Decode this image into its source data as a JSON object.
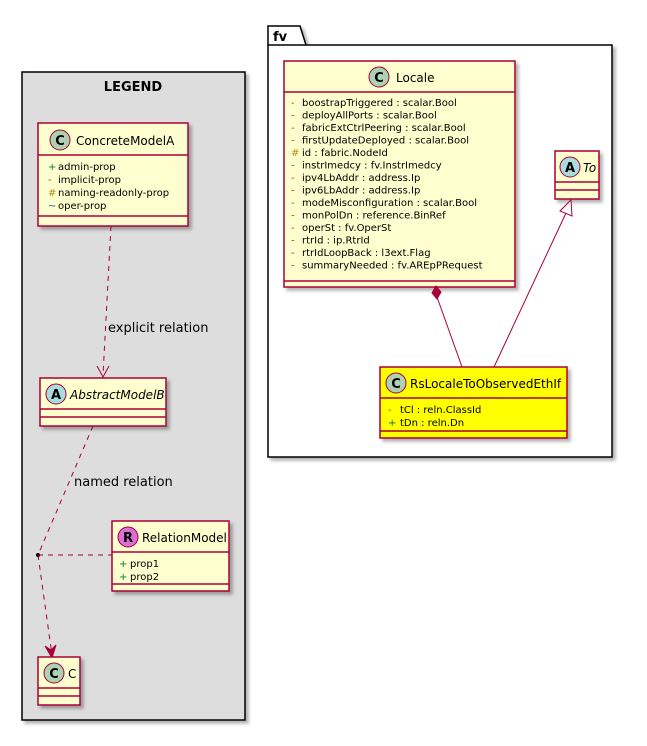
{
  "legend": {
    "title": "LEGEND",
    "concrete": {
      "stereotype": "C",
      "name": "ConcreteModelA",
      "props": [
        {
          "vis": "+",
          "text": "admin-prop"
        },
        {
          "vis": "-",
          "text": "implicit-prop"
        },
        {
          "vis": "#",
          "text": "naming-readonly-prop"
        },
        {
          "vis": "~",
          "text": "oper-prop"
        }
      ]
    },
    "abstract": {
      "stereotype": "A",
      "name": "AbstractModelB"
    },
    "relation_model": {
      "stereotype": "R",
      "name": "RelationModel",
      "props": [
        {
          "vis": "+",
          "text": "prop1"
        },
        {
          "vis": "+",
          "text": "prop2"
        }
      ]
    },
    "c_class": {
      "stereotype": "C",
      "name": "C"
    },
    "explicit_relation_label": "explicit relation",
    "named_relation_label": "named relation"
  },
  "package": {
    "name": "fv",
    "locale": {
      "stereotype": "C",
      "name": "Locale",
      "props": [
        {
          "vis": "-",
          "text": "boostrapTriggered : scalar.Bool"
        },
        {
          "vis": "-",
          "text": "deployAllPorts : scalar.Bool"
        },
        {
          "vis": "-",
          "text": "fabricExtCtrlPeering : scalar.Bool"
        },
        {
          "vis": "-",
          "text": "firstUpdateDeployed : scalar.Bool"
        },
        {
          "vis": "#",
          "text": "id : fabric.NodeId"
        },
        {
          "vis": "-",
          "text": "instrImedcy : fv.InstrImedcy"
        },
        {
          "vis": "-",
          "text": "ipv4LbAddr : address.Ip"
        },
        {
          "vis": "-",
          "text": "ipv6LbAddr : address.Ip"
        },
        {
          "vis": "-",
          "text": "modeMisconfiguration : scalar.Bool"
        },
        {
          "vis": "-",
          "text": "monPolDn : reference.BinRef"
        },
        {
          "vis": "-",
          "text": "operSt : fv.OperSt"
        },
        {
          "vis": "-",
          "text": "rtrId : ip.RtrId"
        },
        {
          "vis": "-",
          "text": "rtrIdLoopBack : l3ext.Flag"
        },
        {
          "vis": "-",
          "text": "summaryNeeded : fv.AREpPRequest"
        }
      ]
    },
    "to": {
      "stereotype": "A",
      "name": "To"
    },
    "rs": {
      "stereotype": "C",
      "name": "RsLocaleToObservedEthIf",
      "props": [
        {
          "vis": "-",
          "text": "tCl : reln.ClassId"
        },
        {
          "vis": "+",
          "text": "tDn : reln.Dn"
        }
      ]
    }
  },
  "colors": {
    "class_fill": "#FEFECE",
    "class_border": "#A80036",
    "highlight_fill": "#FFFF00",
    "legend_fill": "#DDDDDD",
    "circle_c": "#ADD1B2",
    "circle_a": "#A9DCDF",
    "circle_r": "#DA70D6"
  }
}
